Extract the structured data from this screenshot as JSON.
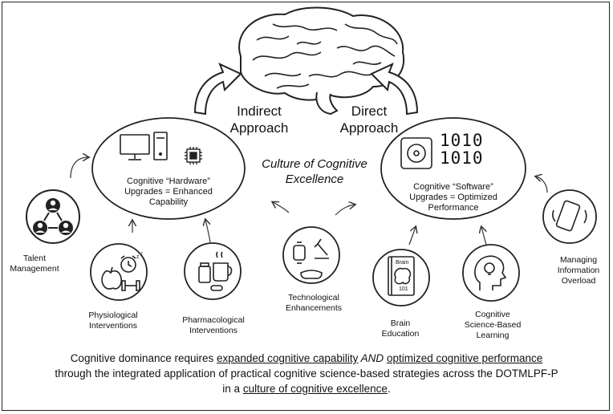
{
  "top": {
    "indirect": "Indirect Approach",
    "direct": "Direct Approach"
  },
  "hardware": {
    "title": "Cognitive “Hardware” Upgrades = Enhanced Capability"
  },
  "software": {
    "title": "Cognitive “Software” Upgrades = Optimized Performance",
    "binary1": "1010",
    "binary2": "1010"
  },
  "center": {
    "culture": "Culture of Cognitive Excellence"
  },
  "strategies": {
    "talent": "Talent Management",
    "physiological": "Physiological Interventions",
    "pharmacological": "Pharmacological Interventions",
    "technological": "Technological Enhancements",
    "brain_education": "Brain Education",
    "cognitive_science": "Cognitive Science-Based Learning",
    "information": "Managing Information Overload"
  },
  "book": {
    "brain": "Brain",
    "num": "101"
  },
  "caption": {
    "line1_pre": "Cognitive dominance requires ",
    "line1_u1": "expanded cognitive capability",
    "line1_and": " AND ",
    "line1_u2": "optimized cognitive performance",
    "line2": "through the integrated application of practical cognitive science-based strategies across the DOTMLPF-P",
    "line3_pre": "in a ",
    "line3_u": "culture of cognitive excellence",
    "line3_post": "."
  }
}
